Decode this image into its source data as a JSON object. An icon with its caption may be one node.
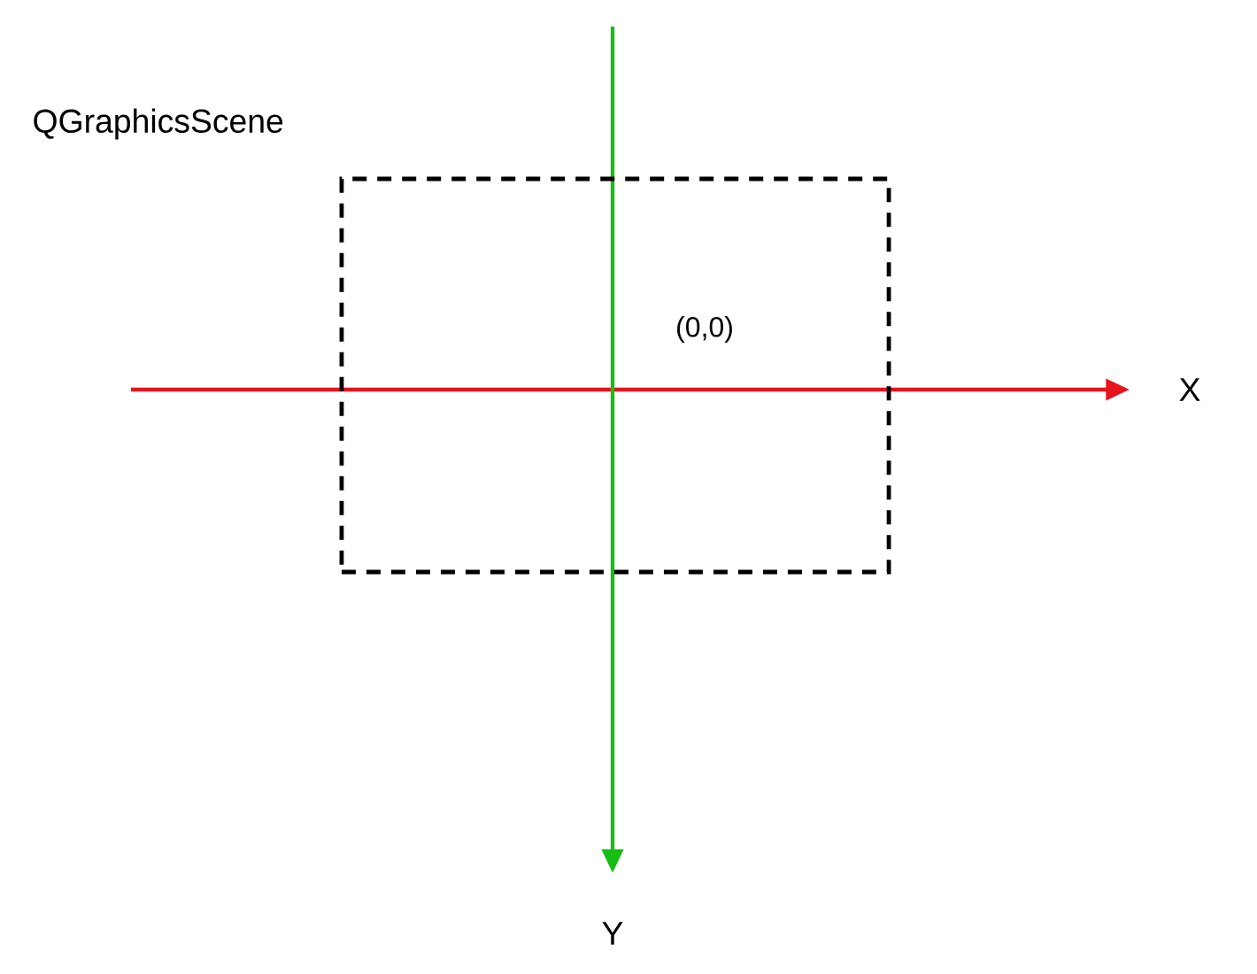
{
  "diagram": {
    "nodes": [
      {
        "text": [
          "QGraphicsScene"
        ]
      }
    ],
    "labels": [
      "(0,0)",
      "X",
      "Y"
    ]
  }
}
